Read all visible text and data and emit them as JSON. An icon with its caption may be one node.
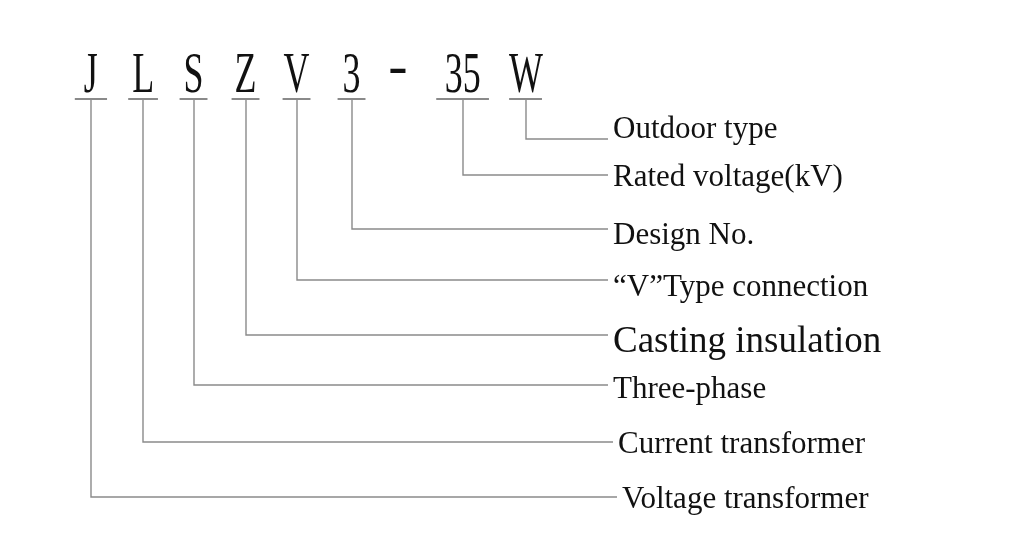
{
  "diagram": {
    "nodes": [
      {
        "text": [
          "J"
        ]
      },
      {
        "text": [
          "L"
        ]
      },
      {
        "text": [
          "S"
        ]
      },
      {
        "text": [
          "Z"
        ]
      },
      {
        "text": [
          "V"
        ]
      },
      {
        "text": [
          "3"
        ]
      },
      {
        "text": [
          "35"
        ]
      },
      {
        "text": [
          "W"
        ]
      },
      {
        "text": [
          "Outdoor type"
        ]
      },
      {
        "text": [
          "Rated voltage(kV)"
        ]
      },
      {
        "text": [
          "Design No."
        ]
      },
      {
        "text": [
          "“V”Type connection"
        ]
      },
      {
        "text": [
          "Casting insulation"
        ]
      },
      {
        "text": [
          "Three-phase"
        ]
      },
      {
        "text": [
          "Current transformer"
        ]
      },
      {
        "text": [
          "Voltage transformer"
        ]
      }
    ],
    "edges": [
      {
        "from": 7,
        "to": 8,
        "arrow": "none"
      },
      {
        "from": 6,
        "to": 9,
        "arrow": "none"
      },
      {
        "from": 5,
        "to": 10,
        "arrow": "none"
      },
      {
        "from": 4,
        "to": 11,
        "arrow": "none"
      },
      {
        "from": 3,
        "to": 12,
        "arrow": "none"
      },
      {
        "from": 2,
        "to": 13,
        "arrow": "none"
      },
      {
        "from": 1,
        "to": 14,
        "arrow": "none"
      },
      {
        "from": 0,
        "to": 15,
        "arrow": "none"
      }
    ],
    "labels": [
      "-"
    ]
  }
}
